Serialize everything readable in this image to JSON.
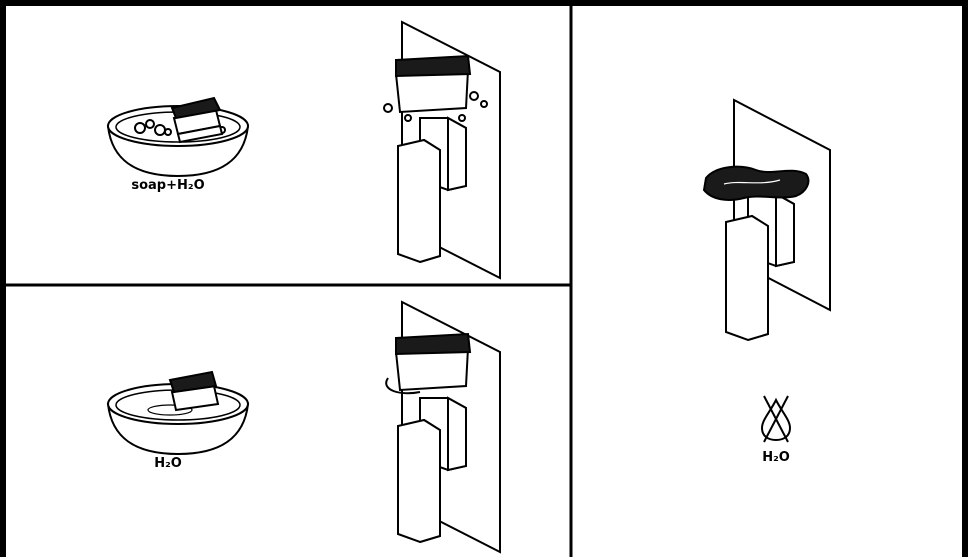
{
  "panels": [
    {
      "id": "wash",
      "caption": "soap+H₂O"
    },
    {
      "id": "rinse",
      "caption": "H₂O"
    },
    {
      "id": "dry",
      "caption": "H₂O",
      "icon": "no-water-drop-icon"
    }
  ],
  "colors": {
    "ink": "#000000",
    "paper": "#ffffff",
    "soap": "#1a1a1a"
  }
}
